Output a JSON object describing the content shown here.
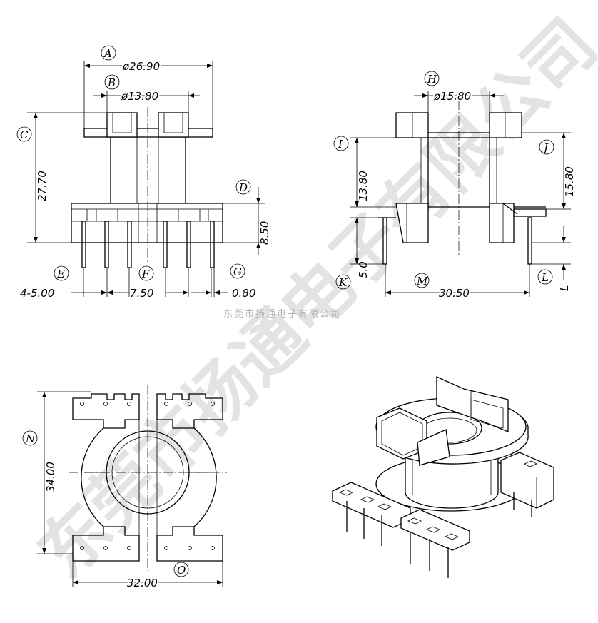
{
  "watermark": "东莞市扬通电子有限公司",
  "company_caption": "东莞市扬通电子有限公司",
  "labels": {
    "A": "A",
    "B": "B",
    "C": "C",
    "D": "D",
    "E": "E",
    "F": "F",
    "G": "G",
    "H": "H",
    "I": "I",
    "J": "J",
    "K": "K",
    "L": "L",
    "M": "M",
    "N": "N",
    "O": "O"
  },
  "dimensions": {
    "A": "ø26.90",
    "B": "ø13.80",
    "C": "27.70",
    "D": "8.50",
    "E": "4-5.00",
    "F": "7.50",
    "G": "0.80",
    "H": "ø15.80",
    "I": "13.80",
    "J": "15.80",
    "K": "5.0",
    "L": "L",
    "M": "30.50",
    "N": "34.00",
    "O": "32.00"
  }
}
